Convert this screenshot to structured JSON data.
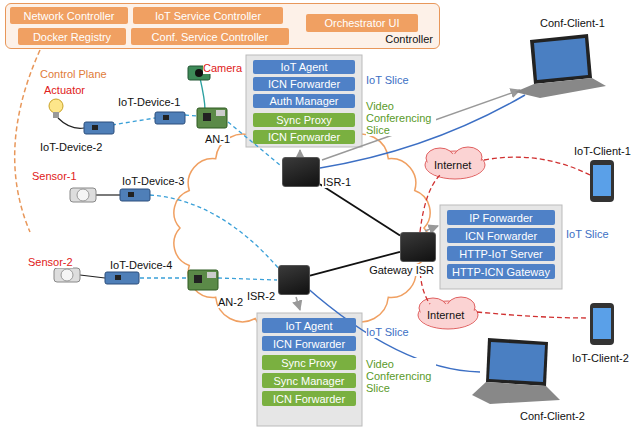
{
  "diagram": {
    "nodes": [
      {
        "text": [
          "Controller"
        ]
      },
      {
        "text": [
          "Network Controller"
        ],
        "in": 0
      },
      {
        "text": [
          "IoT Service Controller"
        ],
        "in": 0
      },
      {
        "text": [
          "Orchestrator UI"
        ],
        "in": 0
      },
      {
        "text": [
          "Docker Registry"
        ],
        "in": 0
      },
      {
        "text": [
          "Conf. Service Controller"
        ],
        "in": 0
      },
      {
        "text": [
          "IoT Agent"
        ]
      },
      {
        "text": [
          "ICN Forwarder"
        ]
      },
      {
        "text": [
          "Auth Manager"
        ]
      },
      {
        "text": [
          "Sync Proxy"
        ]
      },
      {
        "text": [
          "ICN Forwarder"
        ]
      },
      {
        "text": [
          "ISR-1"
        ]
      },
      {
        "text": [
          "Gateway ISR"
        ]
      },
      {
        "text": [
          "IP Forwarder"
        ]
      },
      {
        "text": [
          "ICN Forwarder"
        ]
      },
      {
        "text": [
          "HTTP-IoT Server"
        ]
      },
      {
        "text": [
          "HTTP-ICN Gateway"
        ]
      },
      {
        "text": [
          "ISR-2"
        ]
      },
      {
        "text": [
          "IoT Agent"
        ]
      },
      {
        "text": [
          "ICN Forwarder"
        ]
      },
      {
        "text": [
          "Sync Proxy"
        ]
      },
      {
        "text": [
          "Sync Manager"
        ]
      },
      {
        "text": [
          "ICN Forwarder"
        ]
      }
    ],
    "edges": [
      {
        "from": 11,
        "to": 12,
        "arrow": "none"
      },
      {
        "from": 17,
        "to": 12,
        "arrow": "none"
      }
    ],
    "labels": [
      "Control Plane",
      "Actuator",
      "Camera",
      "IoT-Device-1",
      "IoT-Device-2",
      "AN-1",
      "Sensor-1",
      "IoT-Device-3",
      "Sensor-2",
      "IoT-Device-4",
      "AN-2",
      "Conf-Client-1",
      "IoT-Client-1",
      "IoT-Client-2",
      "Conf-Client-2",
      "Internet",
      "Internet",
      "IoT Slice",
      "Video Conferencing Slice",
      "IoT Slice",
      "IoT Slice",
      "Video Conferencing Slice"
    ]
  }
}
